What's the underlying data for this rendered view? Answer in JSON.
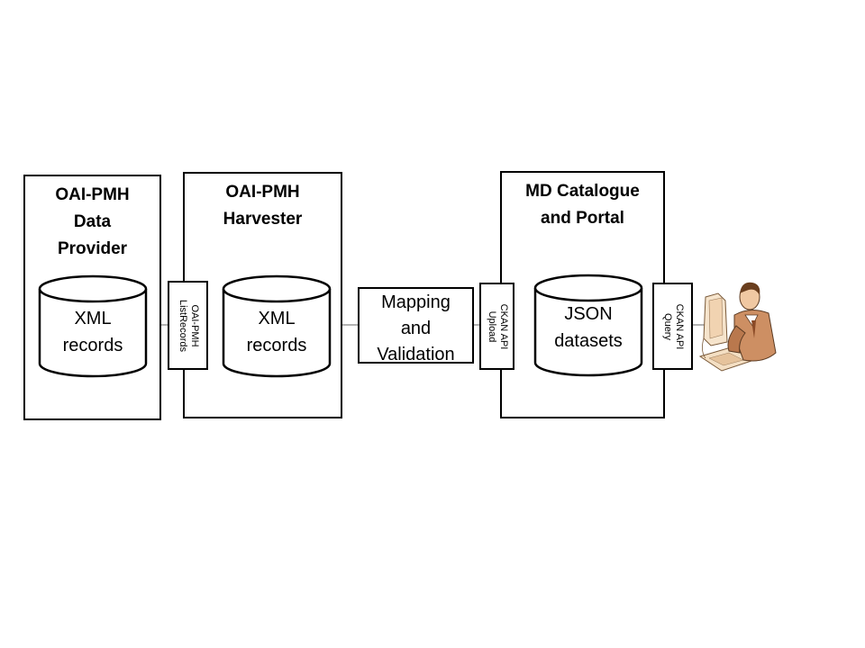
{
  "provider": {
    "title_lines": [
      "OAI-PMH",
      "Data",
      "Provider"
    ],
    "store_lines": [
      "XML",
      "records"
    ]
  },
  "harvester": {
    "title_lines": [
      "OAI-PMH",
      "Harvester"
    ],
    "store_lines": [
      "XML",
      "records"
    ]
  },
  "catalogue": {
    "title_lines": [
      "MD Catalogue",
      "and Portal"
    ],
    "store_lines": [
      "JSON",
      "datasets"
    ]
  },
  "interfaces": {
    "listrecords": {
      "lines": [
        "OAI-PMH",
        "ListRecords"
      ]
    },
    "upload": {
      "lines": [
        "CKAN API",
        "Upload"
      ]
    },
    "query": {
      "lines": [
        "CKAN API",
        "Query"
      ]
    }
  },
  "mapping": {
    "lines": [
      "Mapping",
      "and",
      "Validation"
    ]
  },
  "user": {
    "icon": "user-at-computer-icon"
  }
}
